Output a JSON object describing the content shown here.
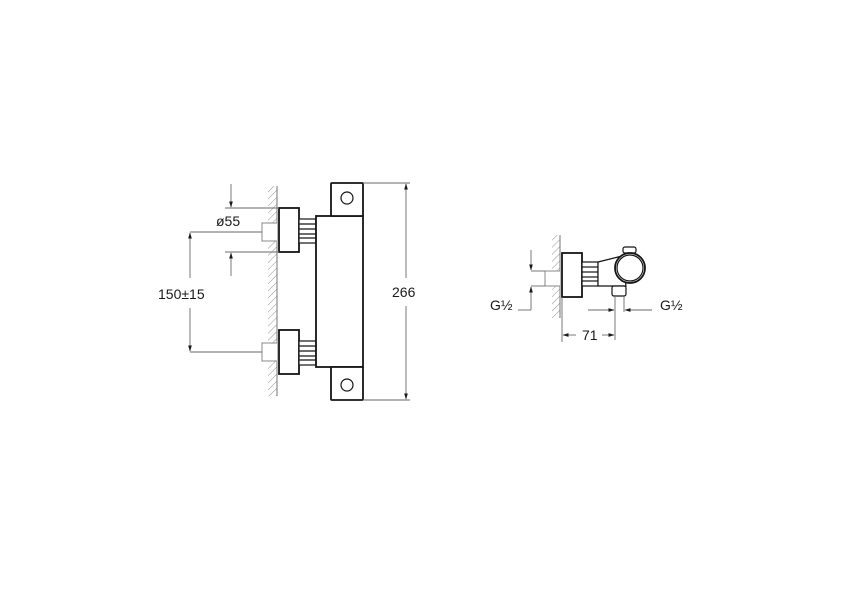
{
  "drawing": {
    "type": "technical-dimension-drawing",
    "subject": "wall-mounted thermostatic shower mixer",
    "background_color": "#ffffff",
    "line_color": "#141414",
    "dimension_color": "#6a6a6a",
    "front_view": {
      "dimensions": {
        "diameter": "ø55",
        "connection_spacing": "150±15",
        "overall_height": "266"
      }
    },
    "side_view": {
      "dimensions": {
        "inlet_thread": "G½",
        "outlet_thread": "G½",
        "projection": "71"
      }
    }
  }
}
